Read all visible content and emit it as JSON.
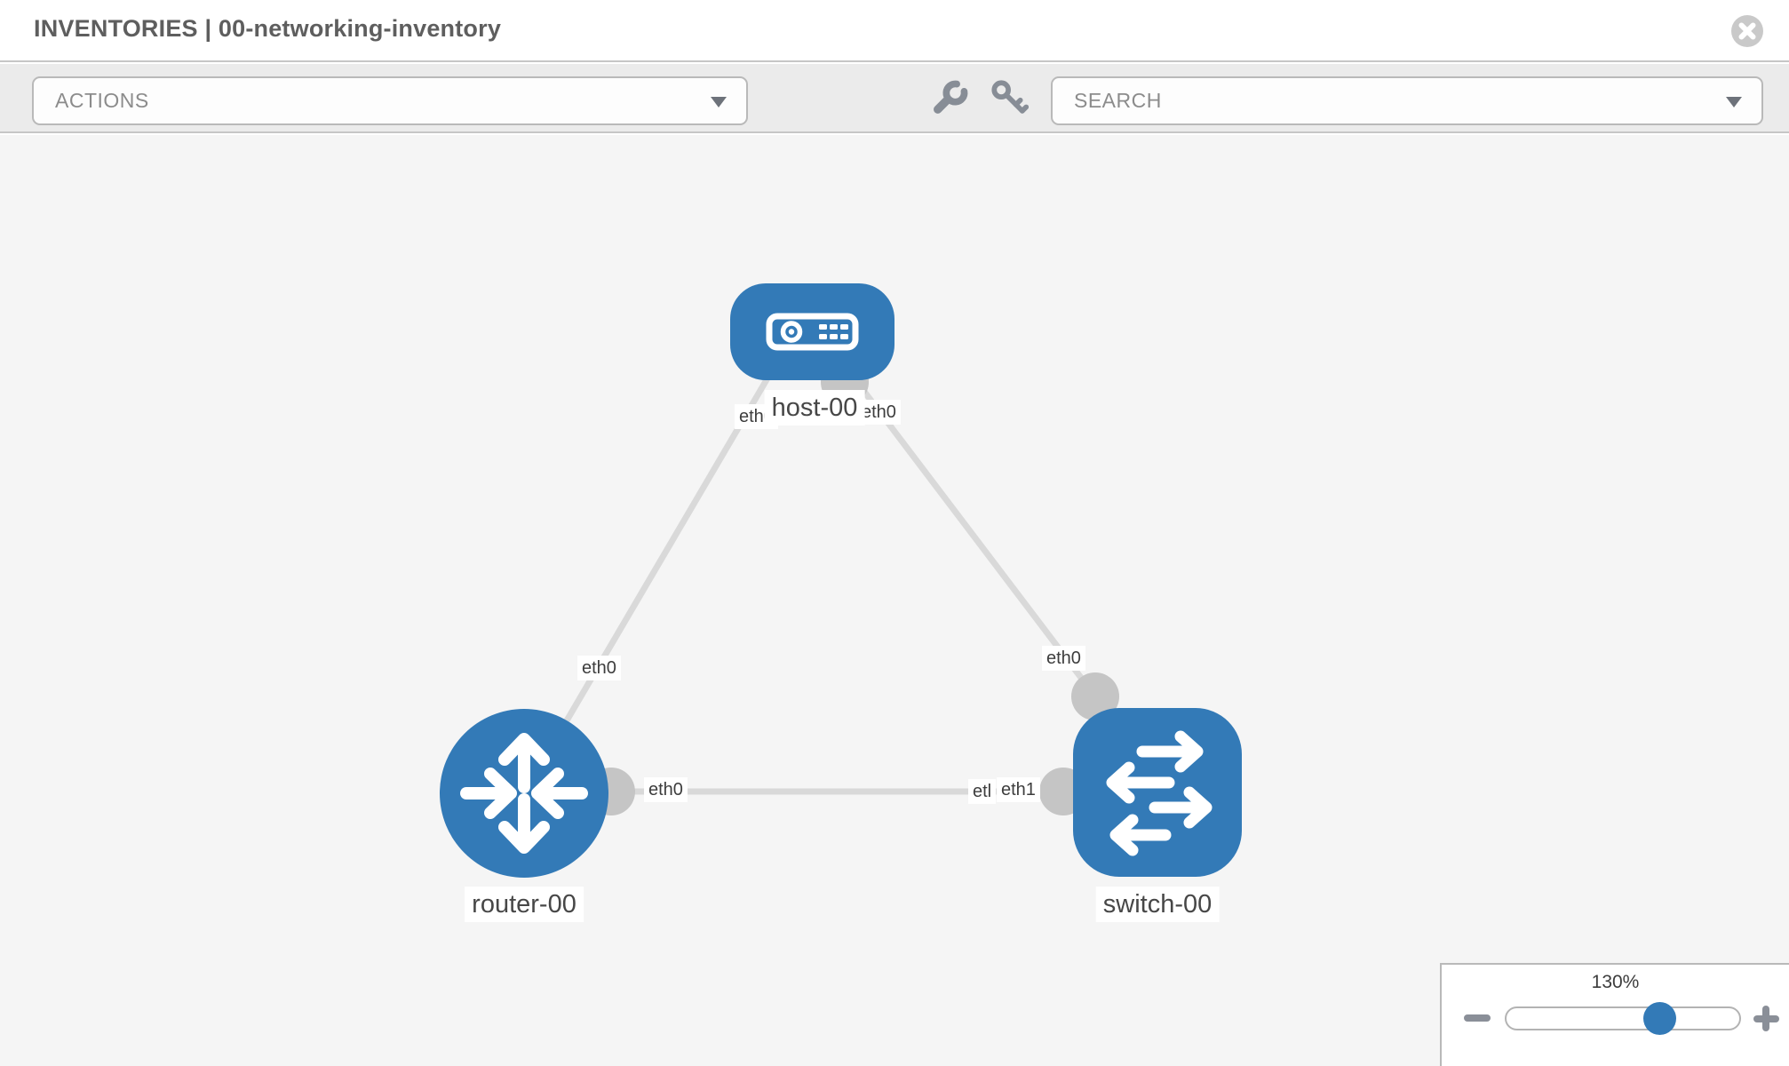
{
  "header": {
    "title": "INVENTORIES | 00-networking-inventory"
  },
  "toolbar": {
    "actions_label": "ACTIONS",
    "search_label": "SEARCH"
  },
  "topology": {
    "nodes": [
      {
        "id": "host-00",
        "type": "host",
        "label": "host-00"
      },
      {
        "id": "router-00",
        "type": "router",
        "label": "router-00"
      },
      {
        "id": "switch-00",
        "type": "switch",
        "label": "switch-00"
      }
    ],
    "links": [
      {
        "from": "host-00",
        "from_interface": "eth0",
        "to": "router-00",
        "to_interface": "eth0"
      },
      {
        "from": "host-00",
        "from_interface": "eth0",
        "to": "switch-00",
        "to_interface": "eth0"
      },
      {
        "from": "router-00",
        "from_interface": "eth0",
        "to": "switch-00",
        "to_interface": "eth1",
        "to_interface_clipped": "etl"
      }
    ]
  },
  "zoom_control": {
    "value": "130%"
  },
  "colors": {
    "node_blue": "#337ab7",
    "link_gray": "#d9d9d9",
    "interface_dot_gray": "#c5c5c5",
    "icon_gray": "#878d96",
    "canvas_bg": "#f5f5f5",
    "toolbar_bg": "#ebebeb"
  }
}
